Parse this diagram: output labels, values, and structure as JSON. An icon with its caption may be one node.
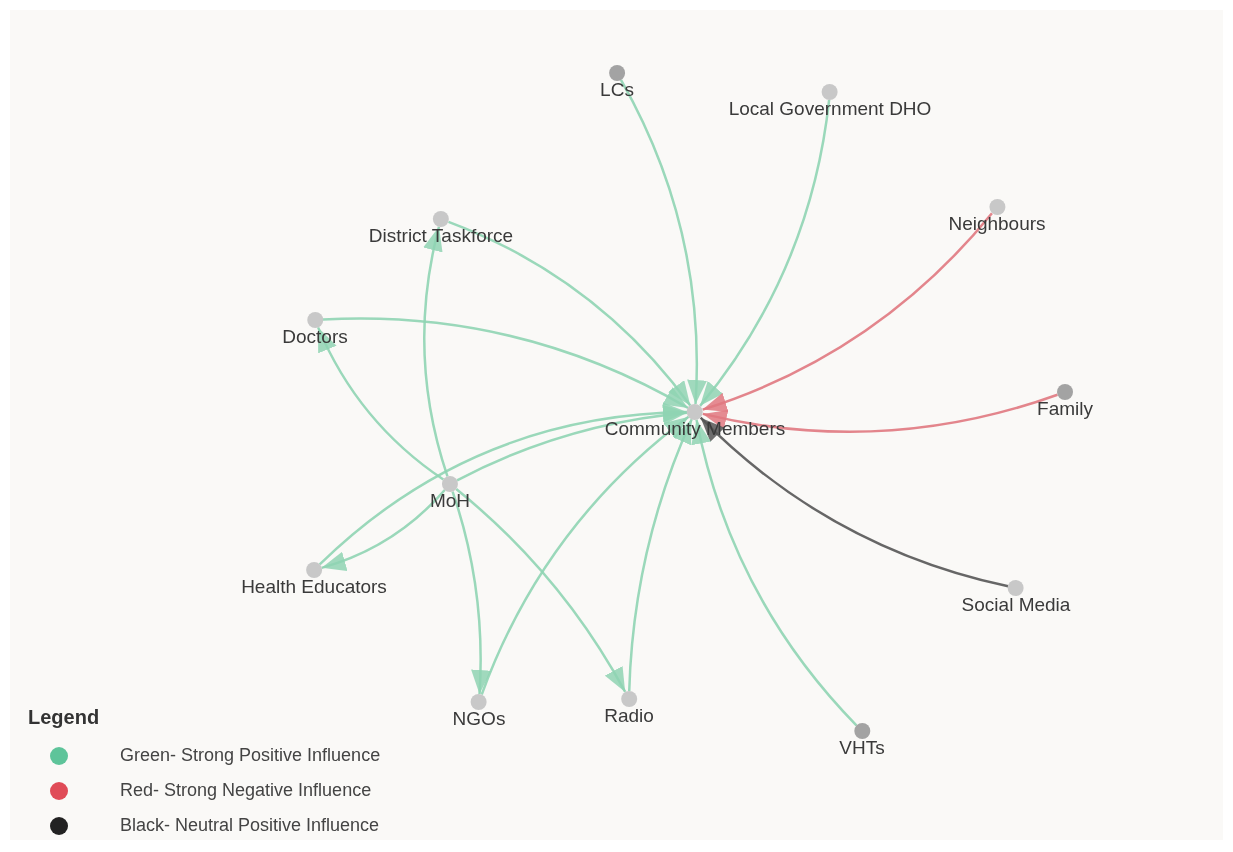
{
  "diagram": {
    "nodes": [
      {
        "text": [
          "Community Members"
        ]
      },
      {
        "text": [
          "LCs"
        ]
      },
      {
        "text": [
          "Local Government DHO"
        ]
      },
      {
        "text": [
          "Neighbours"
        ]
      },
      {
        "text": [
          "Family"
        ]
      },
      {
        "text": [
          "Social Media"
        ]
      },
      {
        "text": [
          "VHTs"
        ]
      },
      {
        "text": [
          "Radio"
        ]
      },
      {
        "text": [
          "NGOs"
        ]
      },
      {
        "text": [
          "Health Educators"
        ]
      },
      {
        "text": [
          "MoH"
        ]
      },
      {
        "text": [
          "Doctors"
        ]
      },
      {
        "text": [
          "District Taskforce"
        ]
      }
    ],
    "edges": [
      {
        "from": 1,
        "to": 0,
        "arrow": "to"
      },
      {
        "from": 2,
        "to": 0,
        "arrow": "to"
      },
      {
        "from": 3,
        "to": 0,
        "arrow": "to",
        "color": "#e07880"
      },
      {
        "from": 4,
        "to": 0,
        "arrow": "to",
        "color": "#e07880"
      },
      {
        "from": 5,
        "to": 0,
        "arrow": "to",
        "color": "#555555"
      },
      {
        "from": 6,
        "to": 0,
        "arrow": "to"
      },
      {
        "from": 7,
        "to": 0,
        "arrow": "to"
      },
      {
        "from": 8,
        "to": 0,
        "arrow": "to"
      },
      {
        "from": 9,
        "to": 0,
        "arrow": "to"
      },
      {
        "from": 10,
        "to": 0,
        "arrow": "to"
      },
      {
        "from": 11,
        "to": 0,
        "arrow": "to"
      },
      {
        "from": 12,
        "to": 0,
        "arrow": "to"
      },
      {
        "from": 10,
        "to": 12,
        "arrow": "to"
      },
      {
        "from": 10,
        "to": 11,
        "arrow": "to"
      },
      {
        "from": 10,
        "to": 9,
        "arrow": "to"
      },
      {
        "from": 10,
        "to": 8,
        "arrow": "to"
      },
      {
        "from": 10,
        "to": 7,
        "arrow": "to"
      }
    ],
    "legend": [
      {
        "text": "Green- Strong Positive Influence",
        "color": "#5ec49a"
      },
      {
        "text": "Red- Strong Negative Influence",
        "color": "#e04b57"
      },
      {
        "text": "Black- Neutral Positive Influence",
        "color": "#222222"
      }
    ],
    "labels": [
      "Legend"
    ]
  }
}
